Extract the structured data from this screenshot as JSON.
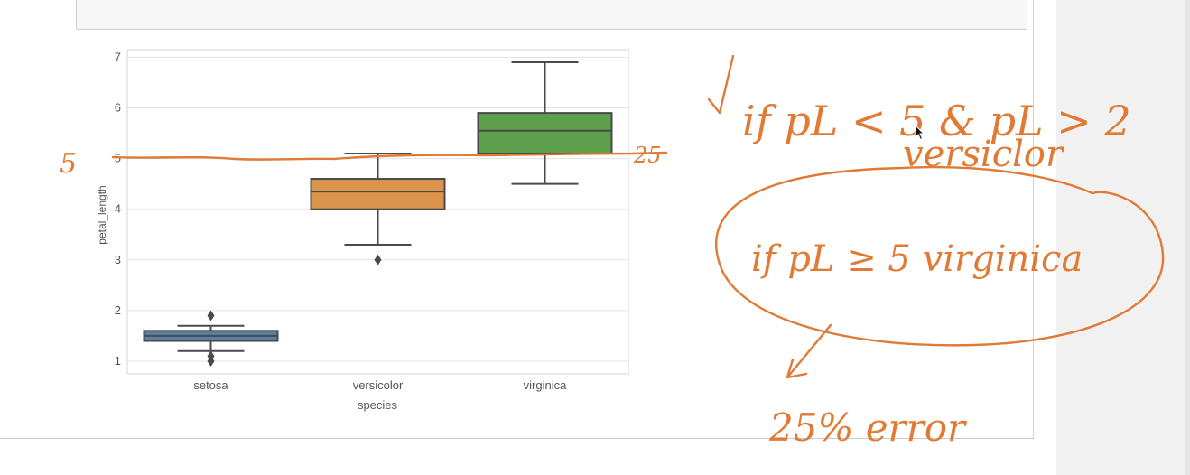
{
  "chart_data": {
    "type": "box",
    "categories": [
      "setosa",
      "versicolor",
      "virginica"
    ],
    "xlabel": "species",
    "ylabel": "petal_length",
    "ylim": [
      0.75,
      7.15
    ],
    "yticks": [
      "1",
      "2",
      "3",
      "4",
      "5",
      "6",
      "7"
    ],
    "grid": true,
    "boxes": [
      {
        "category": "setosa",
        "color": "#5a7fa4",
        "whisker_low": 1.2,
        "q1": 1.4,
        "median": 1.5,
        "q3": 1.6,
        "whisker_high": 1.7,
        "outliers": [
          1.9,
          1.0,
          1.1
        ]
      },
      {
        "category": "versicolor",
        "color": "#dc944d",
        "whisker_low": 3.3,
        "q1": 4.0,
        "median": 4.35,
        "q3": 4.6,
        "whisker_high": 5.1,
        "outliers": [
          3.0
        ]
      },
      {
        "category": "virginica",
        "color": "#5e9f4b",
        "whisker_low": 4.5,
        "q1": 5.1,
        "median": 5.55,
        "q3": 5.9,
        "whisker_high": 6.9,
        "outliers": []
      }
    ]
  },
  "annotations": {
    "color": "#e07a35",
    "left_label": "5",
    "right_label": "25",
    "rule1": "if pL < 5 & pL > 2",
    "rule1_class": "versiclor",
    "rule2": "if pL ≥ 5 virginica",
    "error_note": "25% error"
  },
  "ui": {
    "cursor_icon": "mouse-pointer-icon"
  }
}
